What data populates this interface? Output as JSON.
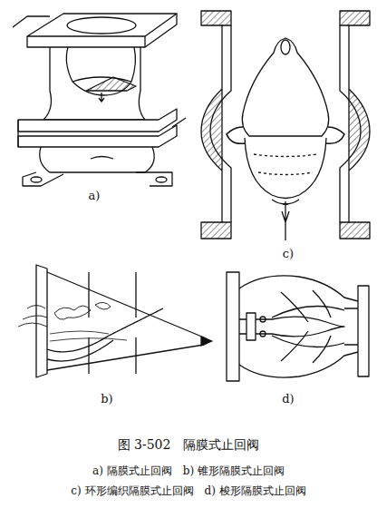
{
  "diagram": {
    "title": "图 3-502　隔膜式止回阀",
    "labels": [
      "a)",
      "c)",
      "b)",
      "d)",
      "a) 隔膜式止回阀　b) 锥形隔膜式止回阀",
      "c) 环形编织隔膜式止回阀　d) 梭形隔膜式止回阀"
    ]
  }
}
